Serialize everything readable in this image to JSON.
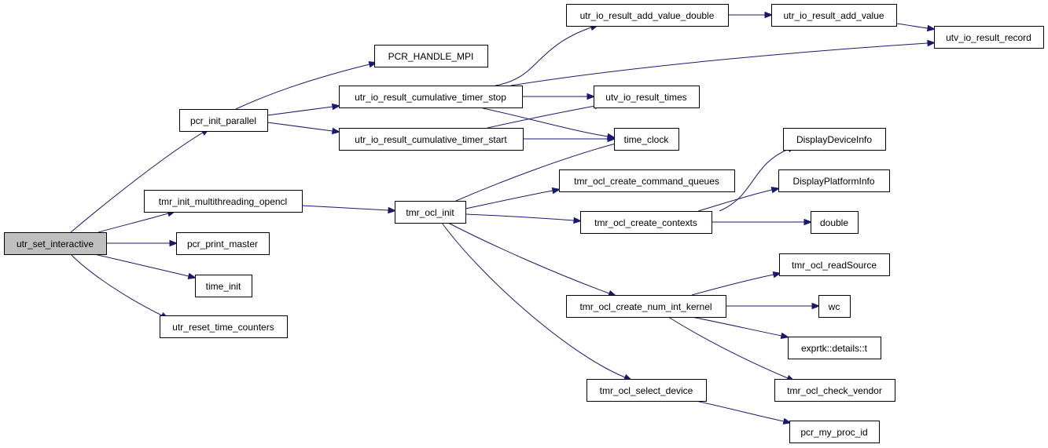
{
  "diagram": {
    "colors": {
      "edge": "#191970",
      "node_fill": "#ffffff",
      "node_border": "#000000",
      "highlight_fill": "#bfbfbf"
    },
    "nodes": {
      "utr_set_interactive": {
        "label": "utr_set_interactive",
        "highlight": true
      },
      "pcr_init_parallel": {
        "label": "pcr_init_parallel"
      },
      "tmr_init_multithreading_opencl": {
        "label": "tmr_init_multithreading_opencl"
      },
      "pcr_print_master": {
        "label": "pcr_print_master"
      },
      "time_init": {
        "label": "time_init"
      },
      "utr_reset_time_counters": {
        "label": "utr_reset_time_counters"
      },
      "PCR_HANDLE_MPI": {
        "label": "PCR_HANDLE_MPI"
      },
      "utr_io_result_cumulative_timer_stop": {
        "label": "utr_io_result_cumulative_timer_stop"
      },
      "utr_io_result_cumulative_timer_start": {
        "label": "utr_io_result_cumulative_timer_start"
      },
      "tmr_ocl_init": {
        "label": "tmr_ocl_init"
      },
      "utr_io_result_add_value_double": {
        "label": "utr_io_result_add_value_double"
      },
      "utr_io_result_add_value": {
        "label": "utr_io_result_add_value"
      },
      "utv_io_result_record": {
        "label": "utv_io_result_record"
      },
      "utv_io_result_times": {
        "label": "utv_io_result_times"
      },
      "time_clock": {
        "label": "time_clock"
      },
      "tmr_ocl_create_command_queues": {
        "label": "tmr_ocl_create_command_queues"
      },
      "tmr_ocl_create_contexts": {
        "label": "tmr_ocl_create_contexts"
      },
      "DisplayDeviceInfo": {
        "label": "DisplayDeviceInfo"
      },
      "DisplayPlatformInfo": {
        "label": "DisplayPlatformInfo"
      },
      "double": {
        "label": "double"
      },
      "tmr_ocl_create_num_int_kernel": {
        "label": "tmr_ocl_create_num_int_kernel"
      },
      "tmr_ocl_readSource": {
        "label": "tmr_ocl_readSource"
      },
      "wc": {
        "label": "wc"
      },
      "exprtk_details_t": {
        "label": "exprtk::details::t"
      },
      "tmr_ocl_check_vendor": {
        "label": "tmr_ocl_check_vendor"
      },
      "tmr_ocl_select_device": {
        "label": "tmr_ocl_select_device"
      },
      "pcr_my_proc_id": {
        "label": "pcr_my_proc_id"
      }
    },
    "edges": [
      {
        "from": "utr_set_interactive",
        "to": "pcr_init_parallel"
      },
      {
        "from": "utr_set_interactive",
        "to": "tmr_init_multithreading_opencl"
      },
      {
        "from": "utr_set_interactive",
        "to": "pcr_print_master"
      },
      {
        "from": "utr_set_interactive",
        "to": "time_init"
      },
      {
        "from": "utr_set_interactive",
        "to": "utr_reset_time_counters"
      },
      {
        "from": "pcr_init_parallel",
        "to": "PCR_HANDLE_MPI"
      },
      {
        "from": "pcr_init_parallel",
        "to": "utr_io_result_cumulative_timer_stop"
      },
      {
        "from": "pcr_init_parallel",
        "to": "utr_io_result_cumulative_timer_start"
      },
      {
        "from": "utr_io_result_cumulative_timer_stop",
        "to": "utr_io_result_add_value_double"
      },
      {
        "from": "utr_io_result_cumulative_timer_stop",
        "to": "utv_io_result_record"
      },
      {
        "from": "utr_io_result_cumulative_timer_stop",
        "to": "utv_io_result_times"
      },
      {
        "from": "utr_io_result_cumulative_timer_stop",
        "to": "time_clock"
      },
      {
        "from": "utr_io_result_add_value_double",
        "to": "utr_io_result_add_value"
      },
      {
        "from": "utr_io_result_add_value",
        "to": "utv_io_result_record"
      },
      {
        "from": "utr_io_result_cumulative_timer_start",
        "to": "utv_io_result_times"
      },
      {
        "from": "utr_io_result_cumulative_timer_start",
        "to": "time_clock"
      },
      {
        "from": "tmr_init_multithreading_opencl",
        "to": "tmr_ocl_init"
      },
      {
        "from": "tmr_ocl_init",
        "to": "time_clock"
      },
      {
        "from": "tmr_ocl_init",
        "to": "tmr_ocl_create_command_queues"
      },
      {
        "from": "tmr_ocl_init",
        "to": "tmr_ocl_create_contexts"
      },
      {
        "from": "tmr_ocl_init",
        "to": "tmr_ocl_create_num_int_kernel"
      },
      {
        "from": "tmr_ocl_init",
        "to": "tmr_ocl_select_device"
      },
      {
        "from": "tmr_ocl_create_contexts",
        "to": "DisplayDeviceInfo"
      },
      {
        "from": "tmr_ocl_create_contexts",
        "to": "DisplayPlatformInfo"
      },
      {
        "from": "tmr_ocl_create_contexts",
        "to": "double"
      },
      {
        "from": "tmr_ocl_create_num_int_kernel",
        "to": "tmr_ocl_readSource"
      },
      {
        "from": "tmr_ocl_create_num_int_kernel",
        "to": "wc"
      },
      {
        "from": "tmr_ocl_create_num_int_kernel",
        "to": "exprtk_details_t"
      },
      {
        "from": "tmr_ocl_create_num_int_kernel",
        "to": "tmr_ocl_check_vendor"
      },
      {
        "from": "tmr_ocl_select_device",
        "to": "pcr_my_proc_id"
      }
    ]
  }
}
